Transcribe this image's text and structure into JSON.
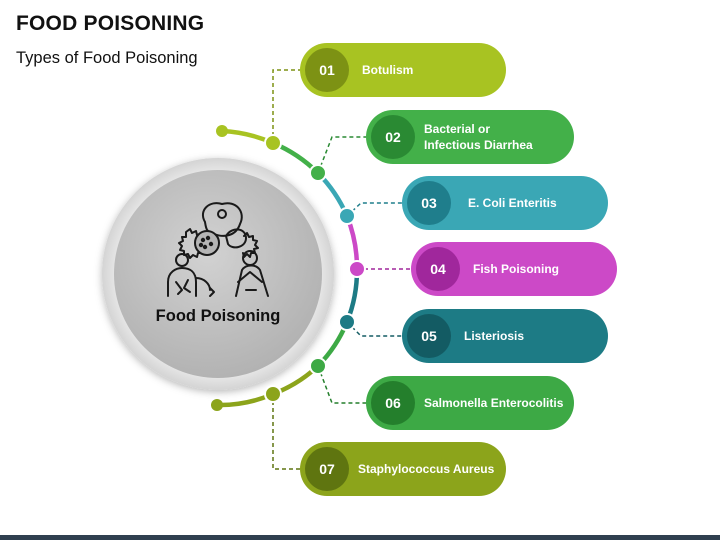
{
  "header": {
    "title": "FOOD POISONING",
    "subtitle": "Types of Food Poisoning"
  },
  "center": {
    "label": "Food Poisoning",
    "icon": "food-poisoning-icon"
  },
  "items": [
    {
      "number": "01",
      "label": "Botulism",
      "color": "#a8c322",
      "badge_color": "#7d9214"
    },
    {
      "number": "02",
      "label": "Bacterial or\nInfectious Diarrhea",
      "color": "#43b049",
      "badge_color": "#2a8a33"
    },
    {
      "number": "03",
      "label": "E. Coli Enteritis",
      "color": "#3aa7b5",
      "badge_color": "#1f7e8c"
    },
    {
      "number": "04",
      "label": "Fish Poisoning",
      "color": "#cc49c7",
      "badge_color": "#a0279c"
    },
    {
      "number": "05",
      "label": "Listeriosis",
      "color": "#1d7b85",
      "badge_color": "#135b63"
    },
    {
      "number": "06",
      "label": "Salmonella Enterocolitis",
      "color": "#3da945",
      "badge_color": "#247f2c"
    },
    {
      "number": "07",
      "label": "Staphylococcus Aureus",
      "color": "#8ca41b",
      "badge_color": "#5f7510"
    }
  ]
}
